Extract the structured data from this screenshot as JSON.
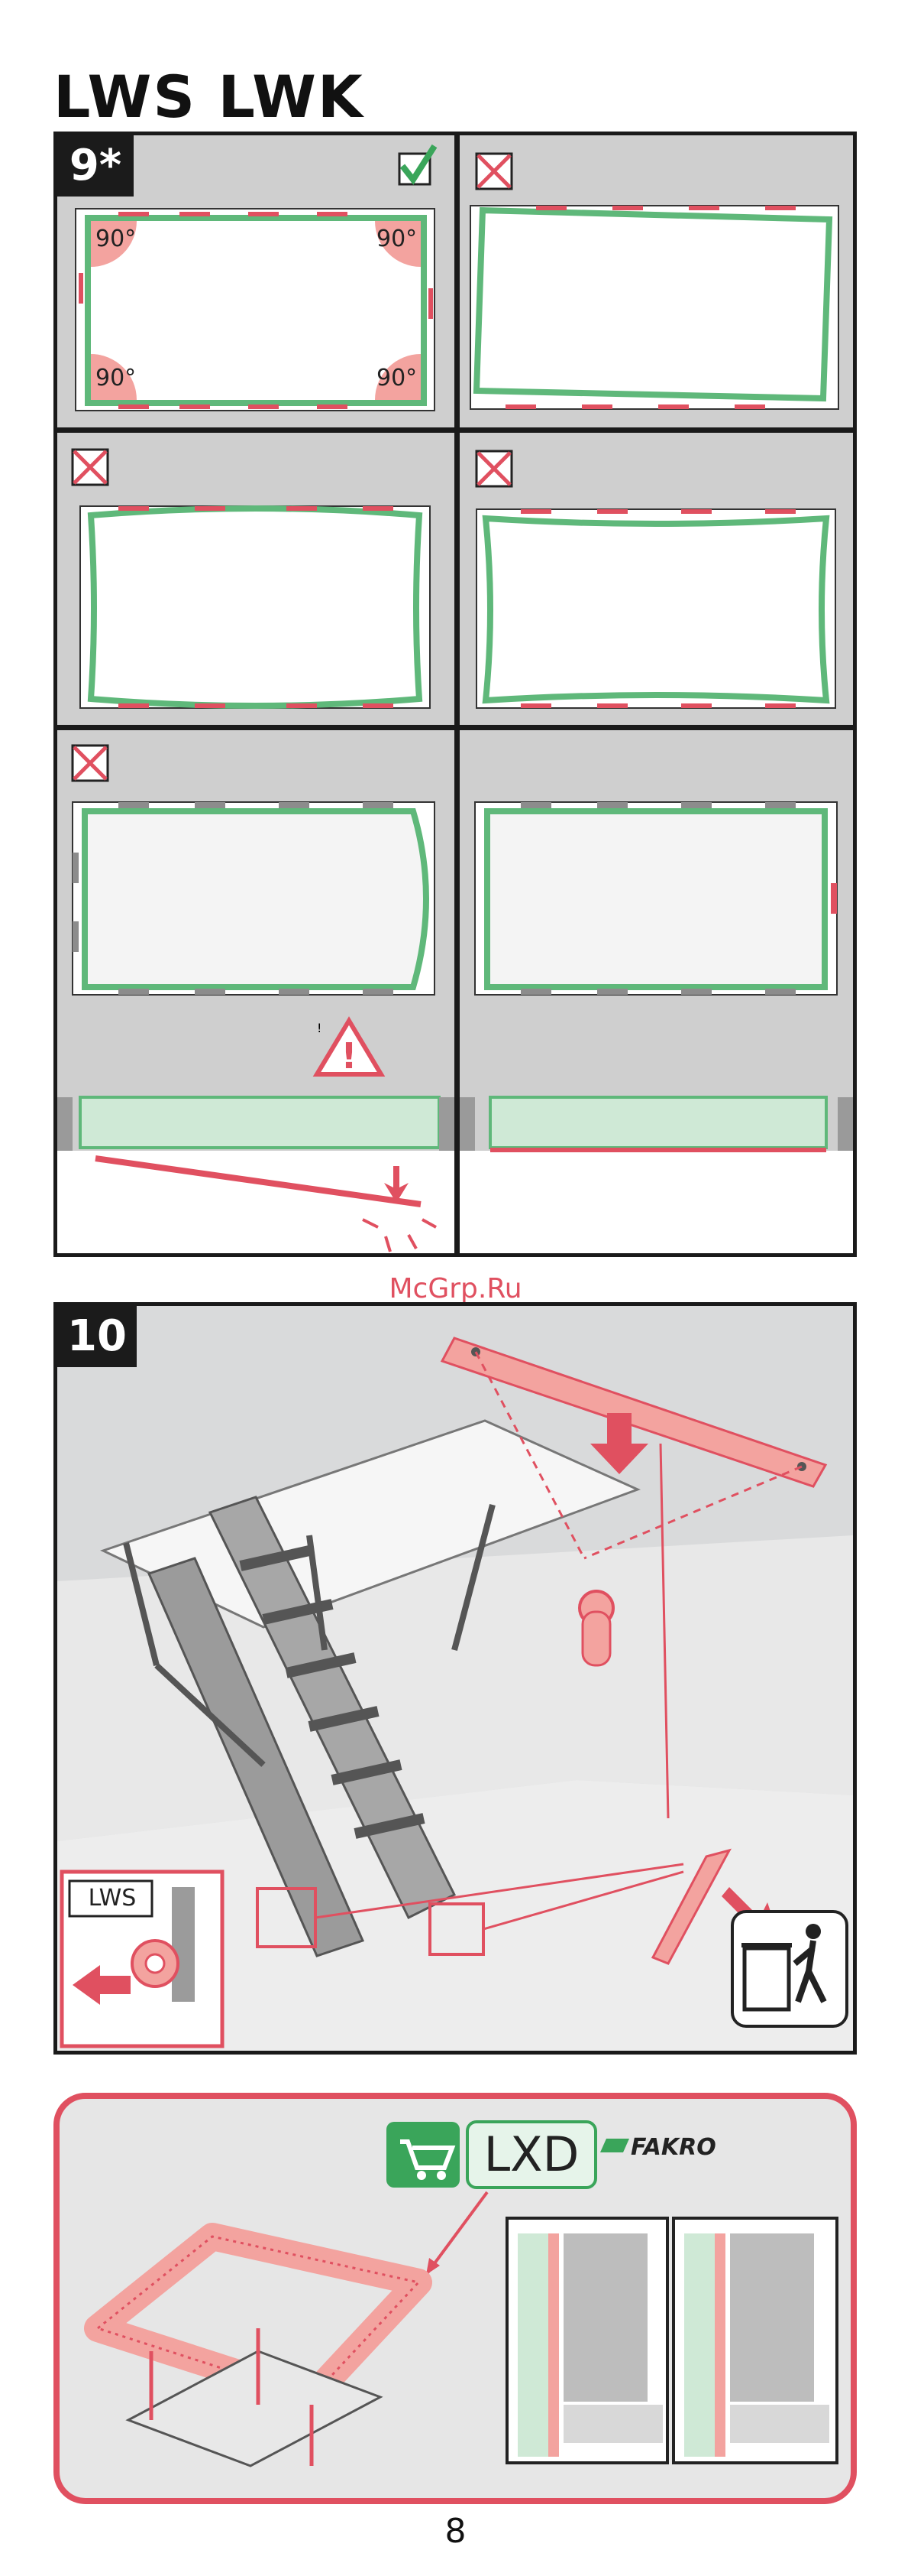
{
  "header": {
    "title": "LWS  LWK"
  },
  "step9": {
    "badge": "9*",
    "corner_label_tl": "90°",
    "corner_label_tr": "90°",
    "corner_label_bl": "90°",
    "corner_label_br": "90°",
    "warning_glyph": "!",
    "icons": [
      "checkbox-ok-icon",
      "checkbox-wrong-icon",
      "warning-triangle-icon"
    ],
    "colors": {
      "frame_green": "#5fb87a",
      "fill_green": "#cfe9d6",
      "accent_red": "#e05060",
      "panel_gray": "#cfcfcf"
    }
  },
  "watermark": "McGrp.Ru",
  "step10": {
    "badge": "10",
    "inset_label": "LWS",
    "icons": [
      "screwdriver-icon",
      "arrow-down-icon",
      "trash-bin-icon"
    ]
  },
  "accessory": {
    "product_code": "LXD",
    "brand": "FAKRO",
    "icons": [
      "cart-icon",
      "fakro-logo-icon"
    ],
    "colors": {
      "border": "#e05060",
      "cart": "#3aa55a"
    }
  },
  "footer": {
    "page_number": "8"
  }
}
